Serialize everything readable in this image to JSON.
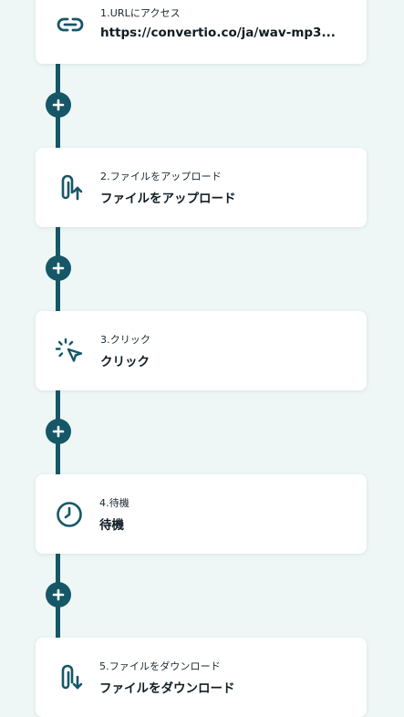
{
  "steps": [
    {
      "label": "1.URLにアクセス",
      "title": "https://convertio.co/ja/wav-mp3...",
      "icon": "link-icon"
    },
    {
      "label": "2.ファイルをアップロード",
      "title": "ファイルをアップロード",
      "icon": "upload-file-icon"
    },
    {
      "label": "3.クリック",
      "title": "クリック",
      "icon": "click-cursor-icon"
    },
    {
      "label": "4.待機",
      "title": "待機",
      "icon": "clock-icon"
    },
    {
      "label": "5.ファイルをダウンロード",
      "title": "ファイルをダウンロード",
      "icon": "download-file-icon"
    }
  ],
  "colors": {
    "background": "#eef7f6",
    "accent": "#155767",
    "card": "#ffffff"
  }
}
